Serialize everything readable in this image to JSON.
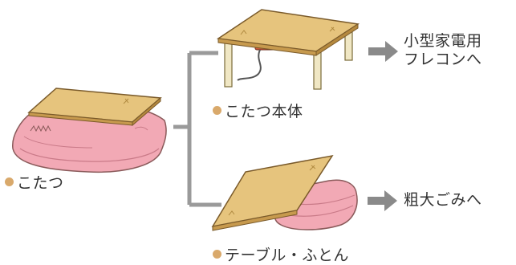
{
  "items": {
    "kotatsu": {
      "label": "こたつ"
    },
    "kotatsu_body": {
      "label": "こたつ本体"
    },
    "table_futon": {
      "label": "テーブル・ふとん"
    }
  },
  "destinations": {
    "small_appliance": {
      "line1": "小型家電用",
      "line2": "フレコンへ"
    },
    "bulky_waste": {
      "label": "粗大ごみへ"
    }
  },
  "colors": {
    "bullet": "#d9a96b",
    "connector": "#9a9a9a",
    "arrow": "#8a8a8a",
    "wood": "#e6c47d",
    "futon": "#f2a9b5"
  }
}
